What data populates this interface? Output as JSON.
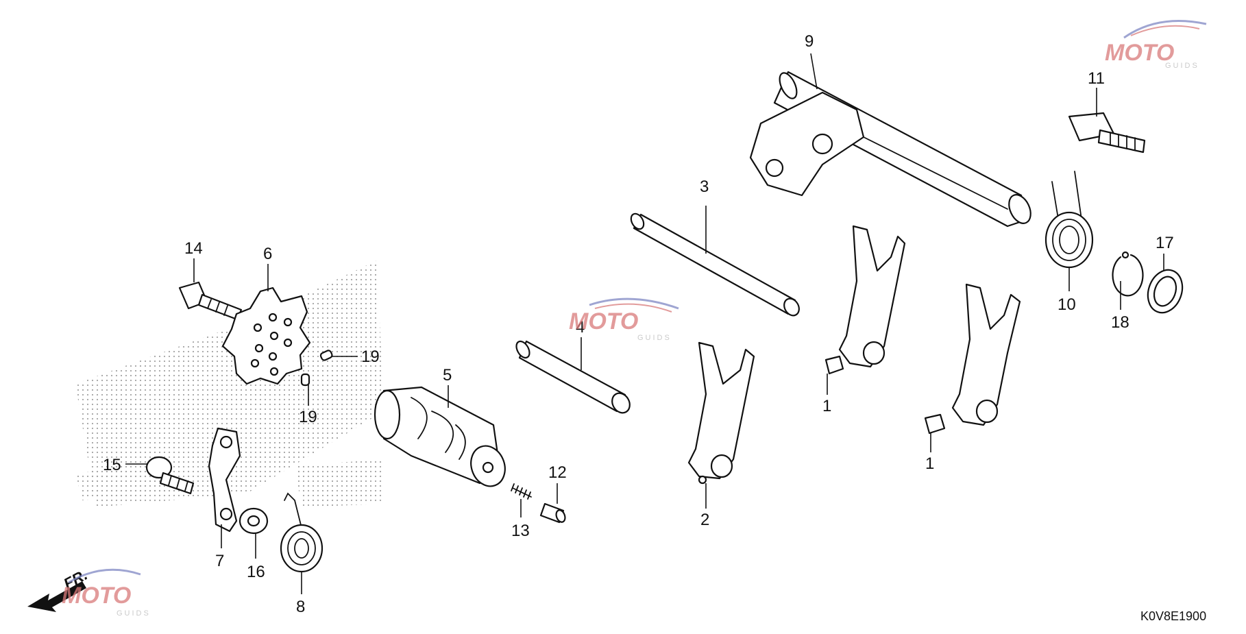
{
  "diagram": {
    "callouts": [
      "9",
      "11",
      "3",
      "10",
      "18",
      "17",
      "14",
      "6",
      "19",
      "19",
      "4",
      "5",
      "1",
      "1",
      "2",
      "15",
      "12",
      "13",
      "7",
      "16",
      "8"
    ],
    "code": "K0V8E1900",
    "direction": "FR.",
    "watermark": {
      "text": "MOTO",
      "sub": "GUIDS"
    },
    "colors": {
      "line": "#111111",
      "watermark_red": "#d97a7a",
      "watermark_blue": "#7f88c4",
      "watermark_gray": "#b9b9b9"
    }
  }
}
